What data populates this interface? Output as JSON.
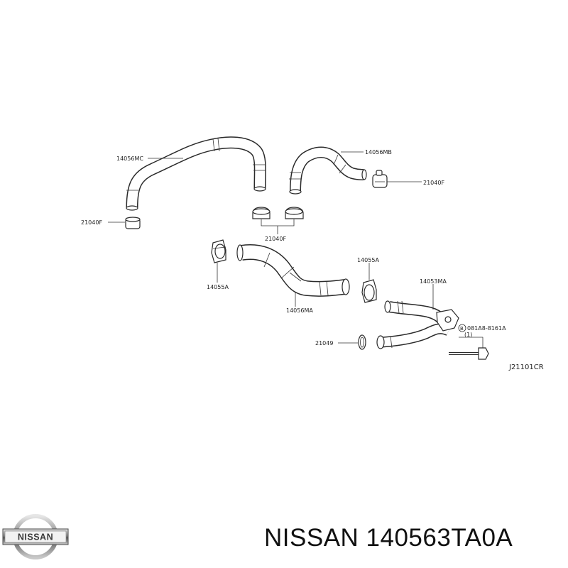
{
  "labels": {
    "p14056MC": "14056MC",
    "p14056MB": "14056MB",
    "p21040F_left": "21040F",
    "p21040F_center": "21040F",
    "p21040F_right": "21040F",
    "p14055A_left": "14055A",
    "p14055A_right": "14055A",
    "p14056MA": "14056MA",
    "p14053MA": "14053MA",
    "p21049": "21049",
    "bolt_ref": "081A8-8161A",
    "bolt_qty": "(1)",
    "bolt_marker": "B",
    "figure_code": "J21101CR"
  },
  "logo_text": "NISSAN",
  "caption": "NISSAN 140563TA0A"
}
